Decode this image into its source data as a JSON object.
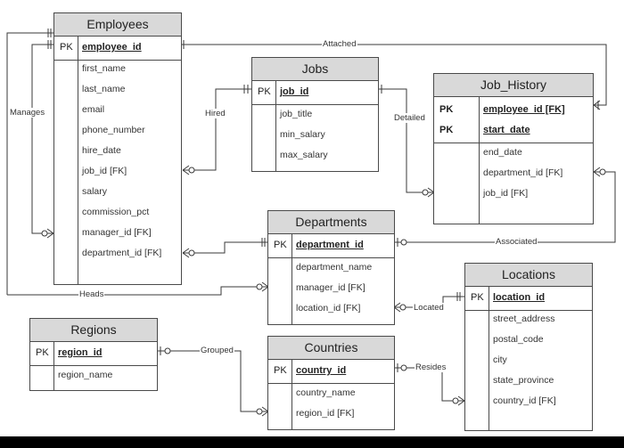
{
  "entities": {
    "employees": {
      "title": "Employees",
      "pk": "PK",
      "pk_field": "employee_id",
      "attributes": [
        "first_name",
        "last_name",
        "email",
        "phone_number",
        "hire_date",
        "job_id [FK]",
        "salary",
        "commission_pct",
        "manager_id [FK]",
        "department_id [FK]"
      ]
    },
    "jobs": {
      "title": "Jobs",
      "pk": "PK",
      "pk_field": "job_id",
      "attributes": [
        "job_title",
        "min_salary",
        "max_salary"
      ]
    },
    "job_history": {
      "title": "Job_History",
      "pk": "PK",
      "pk_fields": [
        "employee_id [FK]",
        "start_date"
      ],
      "attributes": [
        "end_date",
        "department_id [FK]",
        "job_id [FK]"
      ]
    },
    "departments": {
      "title": "Departments",
      "pk": "PK",
      "pk_field": "department_id",
      "attributes": [
        "department_name",
        "manager_id [FK]",
        "location_id [FK]"
      ]
    },
    "locations": {
      "title": "Locations",
      "pk": "PK",
      "pk_field": "location_id",
      "attributes": [
        "street_address",
        "postal_code",
        "city",
        "state_province",
        "country_id [FK]"
      ]
    },
    "regions": {
      "title": "Regions",
      "pk": "PK",
      "pk_field": "region_id",
      "attributes": [
        "region_name"
      ]
    },
    "countries": {
      "title": "Countries",
      "pk": "PK",
      "pk_field": "country_id",
      "attributes": [
        "country_name",
        "region_id [FK]"
      ]
    }
  },
  "relationships": {
    "attached": "Attached",
    "hired": "Hired",
    "detailed": "Detailed",
    "manages": "Manages",
    "associated": "Associated",
    "heads": "Heads",
    "located": "Located",
    "grouped": "Grouped",
    "resides": "Resides"
  }
}
